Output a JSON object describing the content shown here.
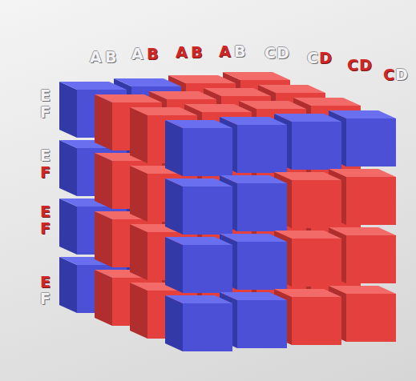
{
  "diagram": {
    "labels": [
      "A",
      "B",
      "A",
      "B",
      "A",
      "B",
      "A",
      "B",
      "C",
      "D",
      "C",
      "D",
      "C",
      "D",
      "C",
      "D",
      "E",
      "F",
      "E",
      "F",
      "E",
      "F",
      "E",
      "F"
    ]
  }
}
